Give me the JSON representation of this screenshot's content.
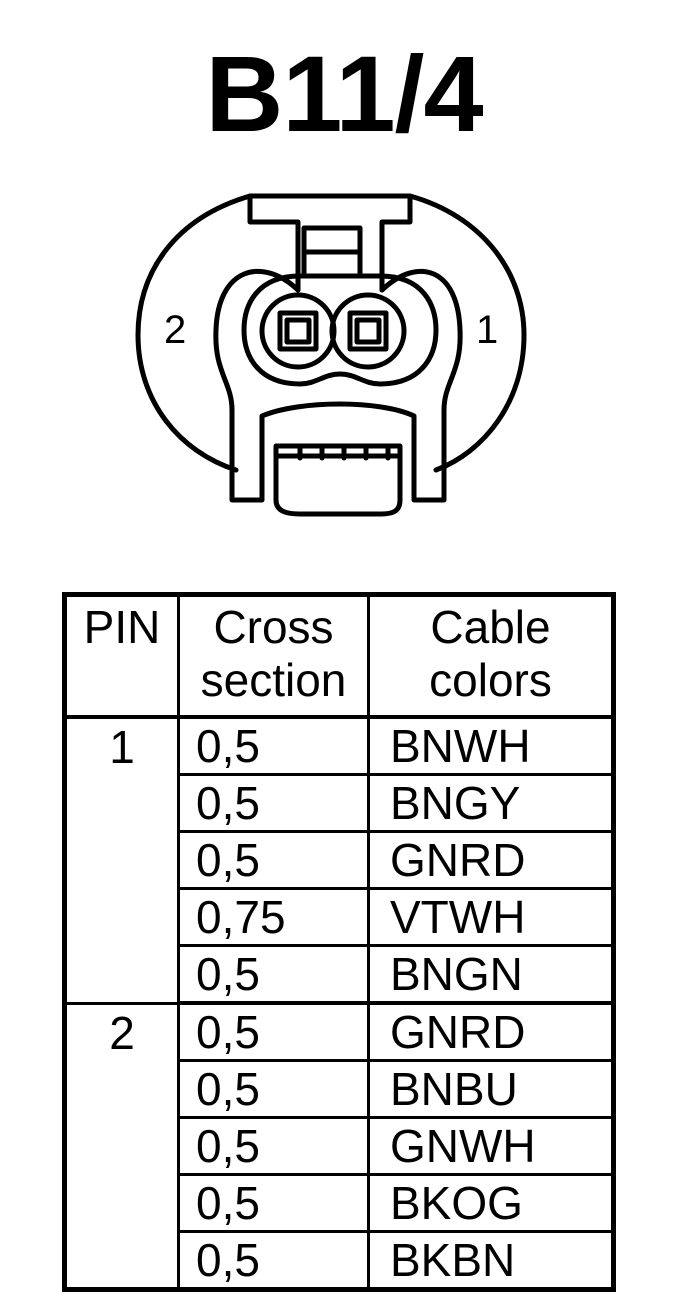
{
  "title": "B11/4",
  "connector": {
    "pin_labels": [
      "2",
      "1"
    ]
  },
  "table": {
    "headers": {
      "pin": "PIN",
      "cross_section": [
        "Cross",
        "section"
      ],
      "cable_colors": [
        "Cable",
        "colors"
      ]
    },
    "groups": [
      {
        "pin": "1",
        "rows": [
          {
            "cross_section": "0,5",
            "color": "BNWH"
          },
          {
            "cross_section": "0,5",
            "color": "BNGY"
          },
          {
            "cross_section": "0,5",
            "color": "GNRD"
          },
          {
            "cross_section": "0,75",
            "color": "VTWH"
          },
          {
            "cross_section": "0,5",
            "color": "BNGN"
          }
        ]
      },
      {
        "pin": "2",
        "rows": [
          {
            "cross_section": "0,5",
            "color": "GNRD"
          },
          {
            "cross_section": "0,5",
            "color": "BNBU"
          },
          {
            "cross_section": "0,5",
            "color": "GNWH"
          },
          {
            "cross_section": "0,5",
            "color": "BKOG"
          },
          {
            "cross_section": "0,5",
            "color": "BKBN"
          }
        ]
      }
    ]
  }
}
